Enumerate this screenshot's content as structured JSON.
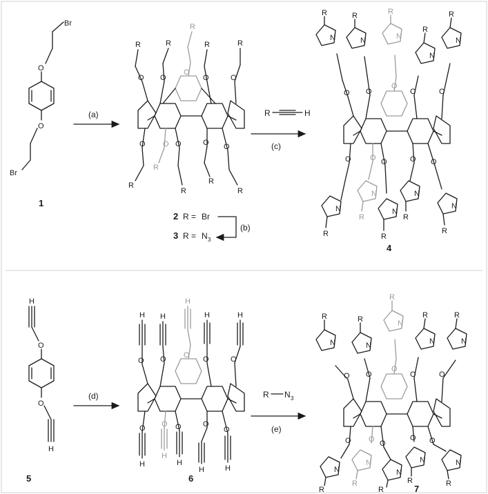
{
  "frame": {
    "border_color": "#cfcfcf"
  },
  "colors": {
    "ink": "#1a1a1a",
    "grey": "#9a9a9a"
  },
  "compounds": {
    "c1": "1",
    "c2": "2",
    "c3": "3",
    "c4": "4",
    "c5": "5",
    "c6": "6",
    "c7": "7"
  },
  "defs": {
    "r_eq": "R =",
    "br": "Br",
    "n3_main": "N",
    "n3_sub": "3"
  },
  "steps": {
    "a": "(a)",
    "b": "(b)",
    "c": "(c)",
    "d": "(d)",
    "e": "(e)"
  },
  "atoms": {
    "R": "R",
    "O": "O",
    "Br": "Br",
    "H": "H",
    "N": "N",
    "N3_sub": "3"
  },
  "reagents": {
    "alkyne_R": "R",
    "alkyne_H": "H",
    "azide_R": "R",
    "azide_N": "N",
    "azide_sub": "3"
  }
}
